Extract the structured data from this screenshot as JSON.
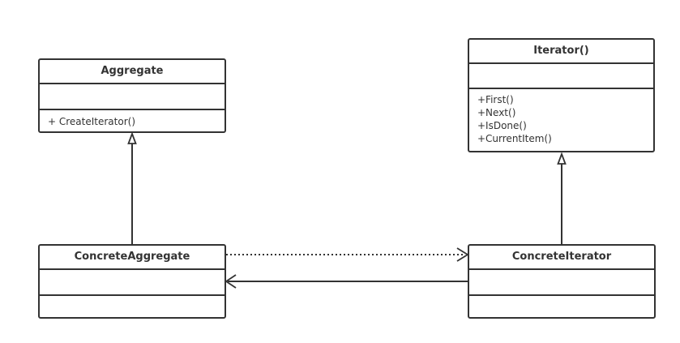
{
  "classes": {
    "aggregate": {
      "name": "Aggregate",
      "operations": [
        "+ CreateIterator()"
      ]
    },
    "iterator": {
      "name": "Iterator()",
      "operations": [
        "+First()",
        "+Next()",
        "+IsDone()",
        "+CurrentItem()"
      ]
    },
    "concrete_aggregate": {
      "name": "ConcreteAggregate",
      "operations": []
    },
    "concrete_iterator": {
      "name": "ConcreteIterator",
      "operations": []
    }
  },
  "relationships": [
    {
      "type": "generalization",
      "from": "ConcreteAggregate",
      "to": "Aggregate"
    },
    {
      "type": "generalization",
      "from": "ConcreteIterator",
      "to": "Iterator()"
    },
    {
      "type": "dependency",
      "from": "ConcreteAggregate",
      "to": "ConcreteIterator"
    },
    {
      "type": "association",
      "from": "ConcreteIterator",
      "to": "ConcreteAggregate"
    }
  ],
  "colors": {
    "stroke": "#333333",
    "background": "#ffffff"
  }
}
